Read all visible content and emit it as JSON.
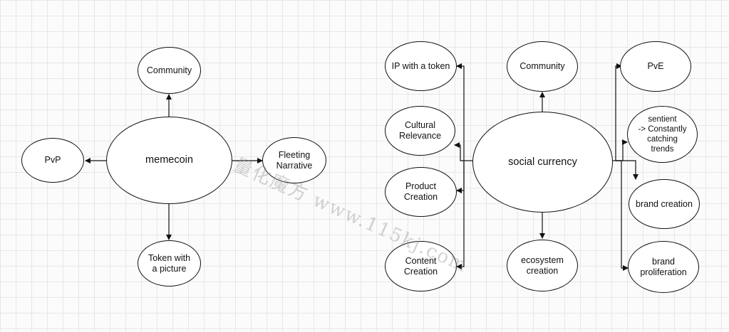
{
  "nodes": {
    "memecoin": "memecoin",
    "community_left": "Community",
    "pvp": "PvP",
    "fleeting_narrative": "Fleeting\nNarrative",
    "token_with_picture": "Token with\na picture",
    "social_currency": "social currency",
    "ip_with_token": "IP with a token",
    "cultural_relevance": "Cultural\nRelevance",
    "product_creation": "Product\nCreation",
    "content_creation": "Content\nCreation",
    "community_right": "Community",
    "ecosystem_creation": "ecosystem\ncreation",
    "pve": "PvE",
    "sentient": "sentient\n-> Constantly\ncatching\ntrends",
    "brand_creation": "brand creation",
    "brand_proliferation": "brand\nproliferation"
  },
  "watermark": "量化魔方 www.115kj.com",
  "colors": {
    "stroke": "#111111",
    "grid": "#e7e7e7",
    "background": "#fbfbfb"
  }
}
